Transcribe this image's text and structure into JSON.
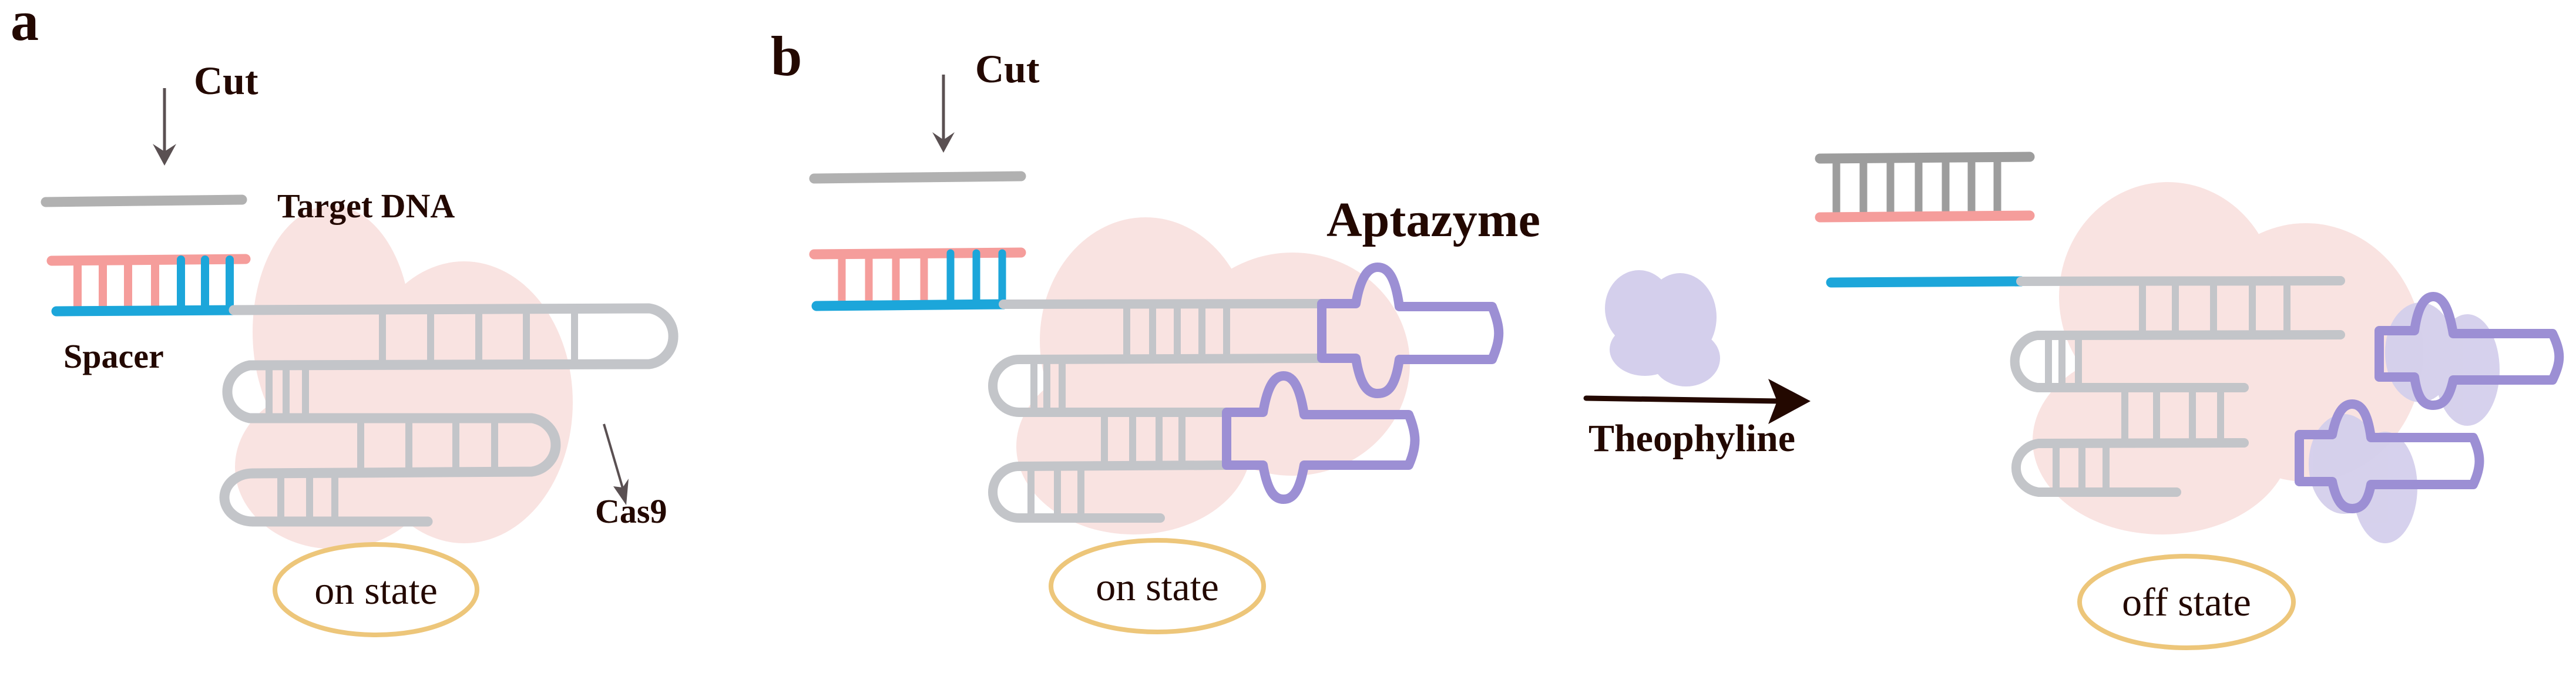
{
  "figure": {
    "panels": {
      "a": {
        "letter": "a",
        "cut_label": "Cut",
        "target_label": "Target DNA",
        "spacer_label": "Spacer",
        "protein_label": "Cas9",
        "state_label": "on state"
      },
      "b": {
        "letter": "b",
        "cut_label": "Cut",
        "aptazyme_label": "Aptazyme",
        "ligand_label": "Theophyline",
        "on_state_label": "on state",
        "off_state_label": "off state"
      }
    },
    "colors": {
      "text": "#230800",
      "arrow": "#5a5052",
      "target_dna": "#b1b1b1",
      "target_duplex": "#9d9d9d",
      "guide_rna_target_region": "#f59d9b",
      "spacer": "#1ca6da",
      "scaffold_rna": "#c3c5c9",
      "cas9": "#f9e3e1",
      "aptazyme": "#9c8fd4",
      "theophylline": "#d4cfec",
      "state_ring": "#edc67a"
    }
  }
}
